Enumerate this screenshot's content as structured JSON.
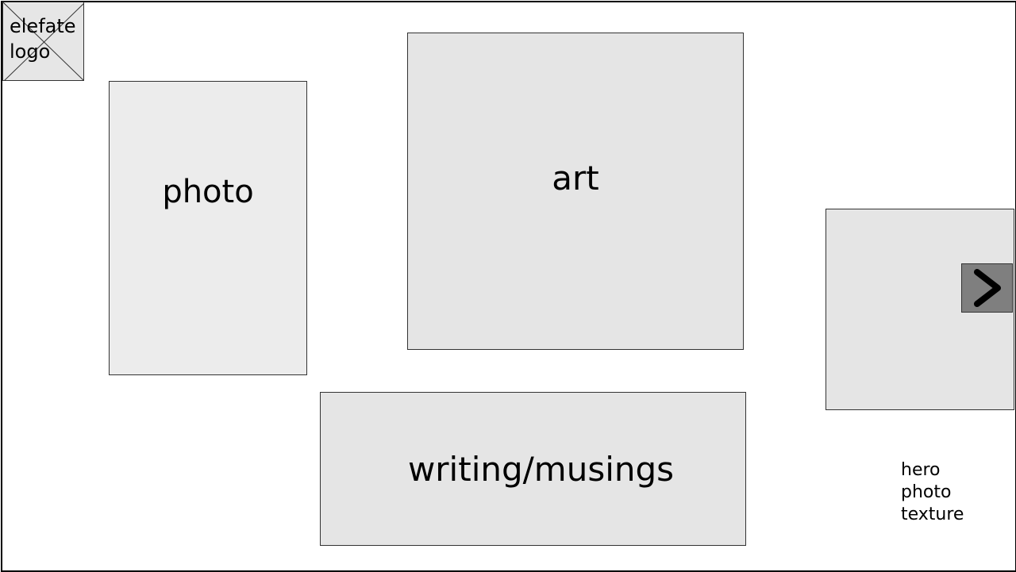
{
  "logo": {
    "line1": "elefate",
    "line2": "logo"
  },
  "tiles": {
    "photo": "photo",
    "art": "art",
    "writing": "writing/musings"
  },
  "hero": {
    "caption_line1": "hero",
    "caption_line2": "photo",
    "caption_line3": "texture",
    "next_icon": "chevron-right-icon"
  },
  "colors": {
    "tile_fill": "#e5e5e5",
    "photo_fill": "#ececec",
    "button_fill": "#7f7f7f",
    "border": "#333333"
  }
}
